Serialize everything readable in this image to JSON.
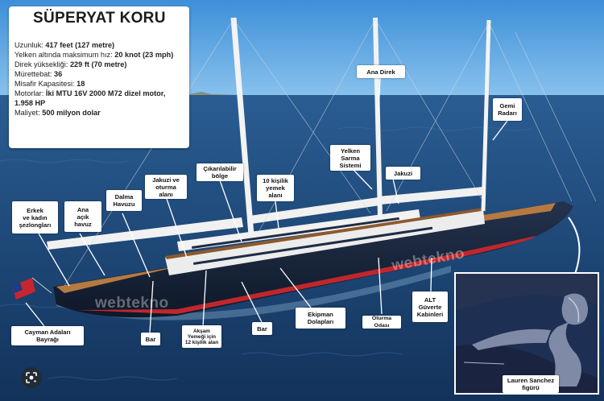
{
  "title": "SÜPERYAT KORU",
  "specs": [
    {
      "label": "Uzunluk:",
      "value": "417 feet (127 metre)"
    },
    {
      "label": "Yelken altında maksimum hız:",
      "value": "20 knot (23 mph)"
    },
    {
      "label": "Direk yüksekliği:",
      "value": "229 ft (70 metre)"
    },
    {
      "label": "Mürettebat:",
      "value": "36"
    },
    {
      "label": "Misafir Kapasitesi:",
      "value": "18"
    },
    {
      "label": "Motorlar:",
      "value": "İki MTU 16V 2000 M72 dizel motor,"
    },
    {
      "label": "",
      "value": "1.958 HP"
    },
    {
      "label": "Maliyet:",
      "value": "500 milyon dolar"
    }
  ],
  "labels": {
    "ana_direk": "Ana Direk",
    "gemi_radari": "Gemi\nRadarı",
    "yelken_sarma": "Yelken\nSarma\nSistemi",
    "jakuzi_right": "Jakuzi",
    "cikarilabilir": "Çıkarılabilir\nbölge",
    "yemek_alani": "10 kişilik\nyemek\nalanı",
    "jakuzi_oturma": "Jakuzi ve\noturma\nalanı",
    "dalma_havuzu": "Dalma\nHavuzu",
    "ana_acik_havuz": "Ana\naçık\nhavuz",
    "sezlonglar": "Erkek\nve kadın\nşezlongları",
    "bayrak": "Cayman Adaları\nBayrağı",
    "bar_left": "Bar",
    "aksam_yemegi": "Akşam\nYemeği için\n12 kişilik alan",
    "bar_right": "Bar",
    "ekipman": "Ekipman\nDolapları",
    "oturma_odasi": "Oturma Odası",
    "alt_guverte": "ALT\nGüverte\nKabinleri",
    "figur": "Lauren Sanchez\nfigürü"
  },
  "watermarks": [
    "webtekno",
    "webtekno"
  ],
  "colors": {
    "sea": "#1f4e80",
    "hull": "#16233a",
    "waterline": "#c0272d",
    "deck": "#a86d3a"
  }
}
